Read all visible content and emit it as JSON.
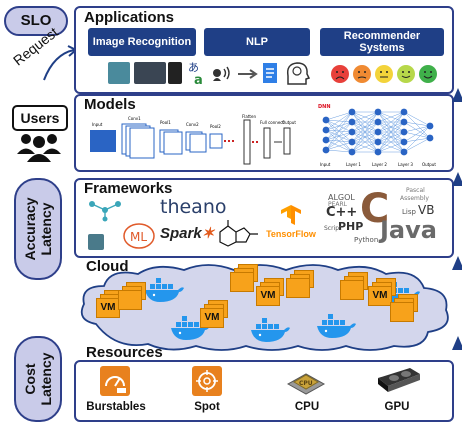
{
  "left": {
    "slo": "SLO",
    "request": "Request",
    "users": "Users",
    "accuracy": "Accuracy",
    "latency_top": "Latency",
    "cost": "Cost",
    "latency_bottom": "Latency"
  },
  "applications": {
    "title": "Applications",
    "chips": [
      "Image Recognition",
      "NLP",
      "Recommender Systems"
    ]
  },
  "models": {
    "title": "Models",
    "cnn_labels": [
      "Input",
      "Conv1",
      "Pool1",
      "Conv2",
      "Pool2",
      "Flatten",
      "Full connect",
      "Output"
    ],
    "nn_labels": [
      "Input",
      "Layer 1",
      "Layer 2",
      "Layer 3",
      "Output"
    ],
    "dnn_tag": "DNN"
  },
  "frameworks": {
    "title": "Frameworks",
    "theano": "theano",
    "spark": "Spark",
    "tensorflow": "TensorFlow",
    "ml": "ML",
    "cloud_words": [
      "C++",
      "Java",
      "PHP",
      "Script",
      "Python",
      "C",
      "VB",
      "Lisp",
      "ALGOL",
      "PEARL",
      "Assembly",
      "Pascal"
    ]
  },
  "cloud": {
    "title": "Cloud",
    "vm": "VM"
  },
  "resources": {
    "title": "Resources",
    "items": [
      "Burstables",
      "Spot",
      "CPU",
      "GPU"
    ],
    "cpu_chip": "CPU"
  },
  "colors": {
    "navy": "#1f3f86",
    "pill_fill": "#c9cbe9",
    "vm_orange": "#f7a21b",
    "docker_blue": "#2496ed",
    "aws_orange": "#e8811e"
  }
}
